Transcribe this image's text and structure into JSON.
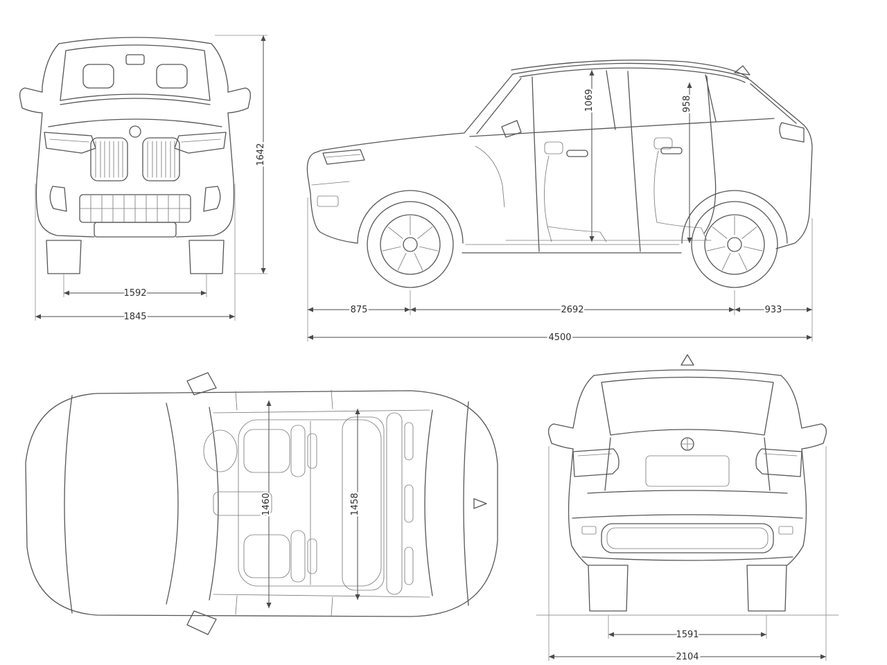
{
  "colors": {
    "line": "#555555",
    "dimension": "#4a4a4a",
    "text": "#2e2e2e",
    "background": "#ffffff"
  },
  "views": {
    "front": {
      "dims": {
        "overall_height": "1642",
        "track_width": "1592",
        "body_width": "1845"
      }
    },
    "side": {
      "dims": {
        "front_interior_height": "1069",
        "rear_interior_height": "958",
        "front_overhang": "875",
        "wheelbase": "2692",
        "rear_overhang": "933",
        "overall_length": "4500"
      }
    },
    "top": {
      "dims": {
        "front_interior_width": "1460",
        "rear_interior_width": "1458"
      }
    },
    "rear": {
      "dims": {
        "rear_track_width": "1591",
        "width_incl_mirrors": "2104"
      }
    }
  }
}
